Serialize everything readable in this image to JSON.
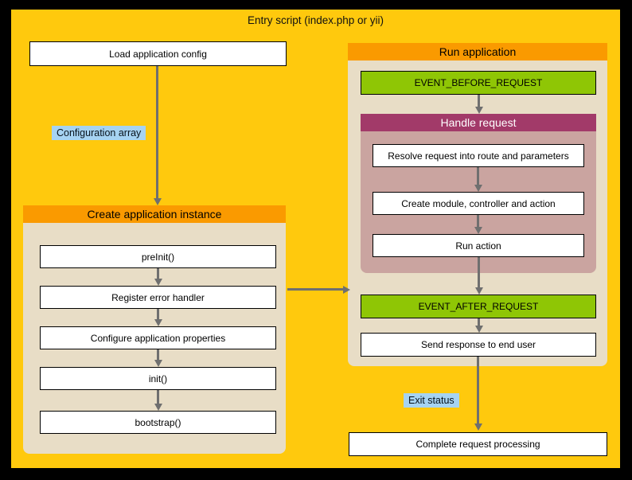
{
  "title": "Entry script (index.php or yii)",
  "nodes": {
    "load_config": "Load application config",
    "complete": "Complete request processing"
  },
  "labels": {
    "configuration_array": "Configuration array",
    "exit_status": "Exit status"
  },
  "create_app": {
    "header": "Create application instance",
    "steps": [
      "preInit()",
      "Register error handler",
      "Configure application properties",
      "init()",
      "bootstrap()"
    ]
  },
  "run_app": {
    "header": "Run application",
    "event_before": "EVENT_BEFORE_REQUEST",
    "handle_request": {
      "header": "Handle request",
      "steps": [
        "Resolve request into route and parameters",
        "Create module, controller and action",
        "Run action"
      ]
    },
    "event_after": "EVENT_AFTER_REQUEST",
    "send_response": "Send response to end user"
  },
  "colors": {
    "background": "#000000",
    "canvas_yellow": "#FFC90D",
    "section_header_orange": "#FA9A00",
    "section_body_beige": "#E8DDC6",
    "handle_header_maroon": "#A23A69",
    "handle_body_pink": "#CAA4A0",
    "event_green": "#8FC605",
    "tag_blue": "#A6D3F2",
    "arrow_gray": "#6F6F6F",
    "node_white": "#FFFFFF"
  }
}
